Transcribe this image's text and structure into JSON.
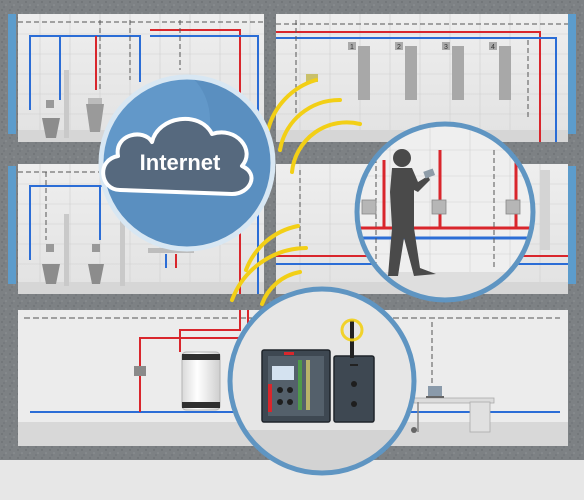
{
  "cloud": {
    "label": "Internet"
  },
  "shower_numbers": [
    "1",
    "2",
    "3",
    "4"
  ],
  "colors": {
    "wall": "#7d8184",
    "room": "#f2f2f2",
    "room_back": "#e8e8e8",
    "floor": "#dcdcdc",
    "window_blue": "#5c9ccc",
    "pipe_red": "#d9262c",
    "pipe_blue": "#2b6dd6",
    "signal_yellow": "#f2cf16",
    "circle_ring": "#5f95c2",
    "cloud_bg": "#5a8fc0",
    "cloud_fill": "#56697e",
    "controller_panel": "#3e4852"
  },
  "icons": [
    "cloud-icon",
    "person-silhouette-icon",
    "controller-icon",
    "antenna-icon",
    "boiler-icon",
    "laptop-icon",
    "shower-icon",
    "toilet-icon",
    "urinal-icon",
    "sink-icon"
  ]
}
